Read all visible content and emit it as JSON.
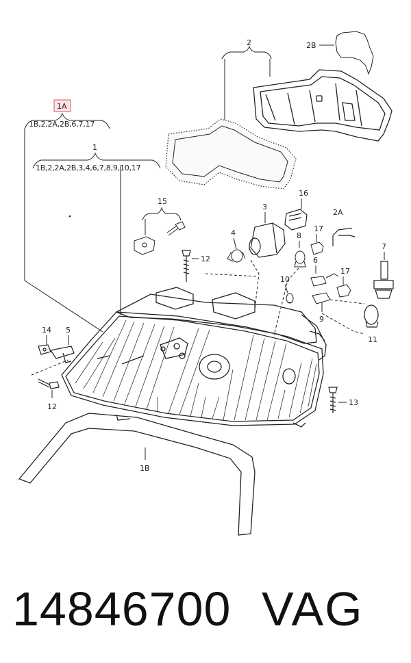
{
  "diagram": {
    "labels": {
      "l1A": "1A",
      "l1A_list": "1B,2,2A,2B,6,7,17",
      "l1": "1",
      "l1_list": "1B,2,2A,2B,3,4,6,7,8,9,10,17",
      "l2": "2",
      "l2B": "2B",
      "l15": "15",
      "l3": "3",
      "l16": "16",
      "l2A": "2A",
      "l4": "4",
      "l17a": "17",
      "l8": "8",
      "l7": "7",
      "l12a": "12",
      "l6": "6",
      "l10": "10",
      "l17b": "17",
      "l9": "9",
      "l11": "11",
      "l14": "14",
      "l5": "5",
      "l12b": "12",
      "l13": "13",
      "l1B": "1B"
    },
    "highlight_color": "#e05060"
  },
  "footer": {
    "part_number": "14846700",
    "brand": "VAG"
  }
}
